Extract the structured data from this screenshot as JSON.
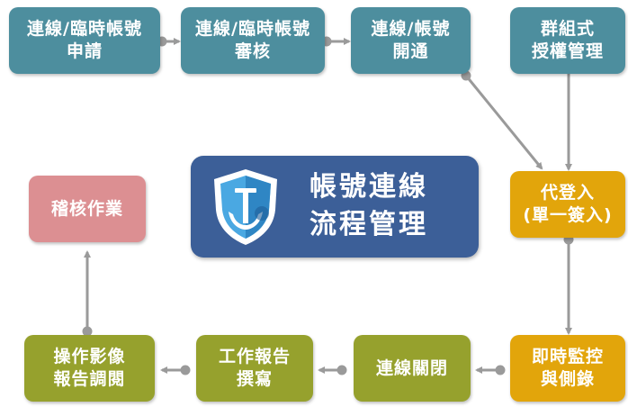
{
  "boxes": {
    "apply": "連線/臨時帳號\n申請",
    "review": "連線/臨時帳號\n審核",
    "open": "連線/帳號\n開通",
    "group": "群組式\n授權管理",
    "proxy": "代登入\n(單一簽入)",
    "monitor": "即時監控\n與側錄",
    "close": "連線關閉",
    "report": "工作報告\n撰寫",
    "video": "操作影像\n報告調閱",
    "audit": "稽核作業"
  },
  "center": {
    "title": "帳號連線\n流程管理"
  },
  "colors": {
    "teal": "#4d8e9e",
    "gold": "#e2a50b",
    "olive": "#96a12d",
    "pink": "#dc8f92",
    "navy": "#3c5f98",
    "connector": "#9a9a9a"
  }
}
